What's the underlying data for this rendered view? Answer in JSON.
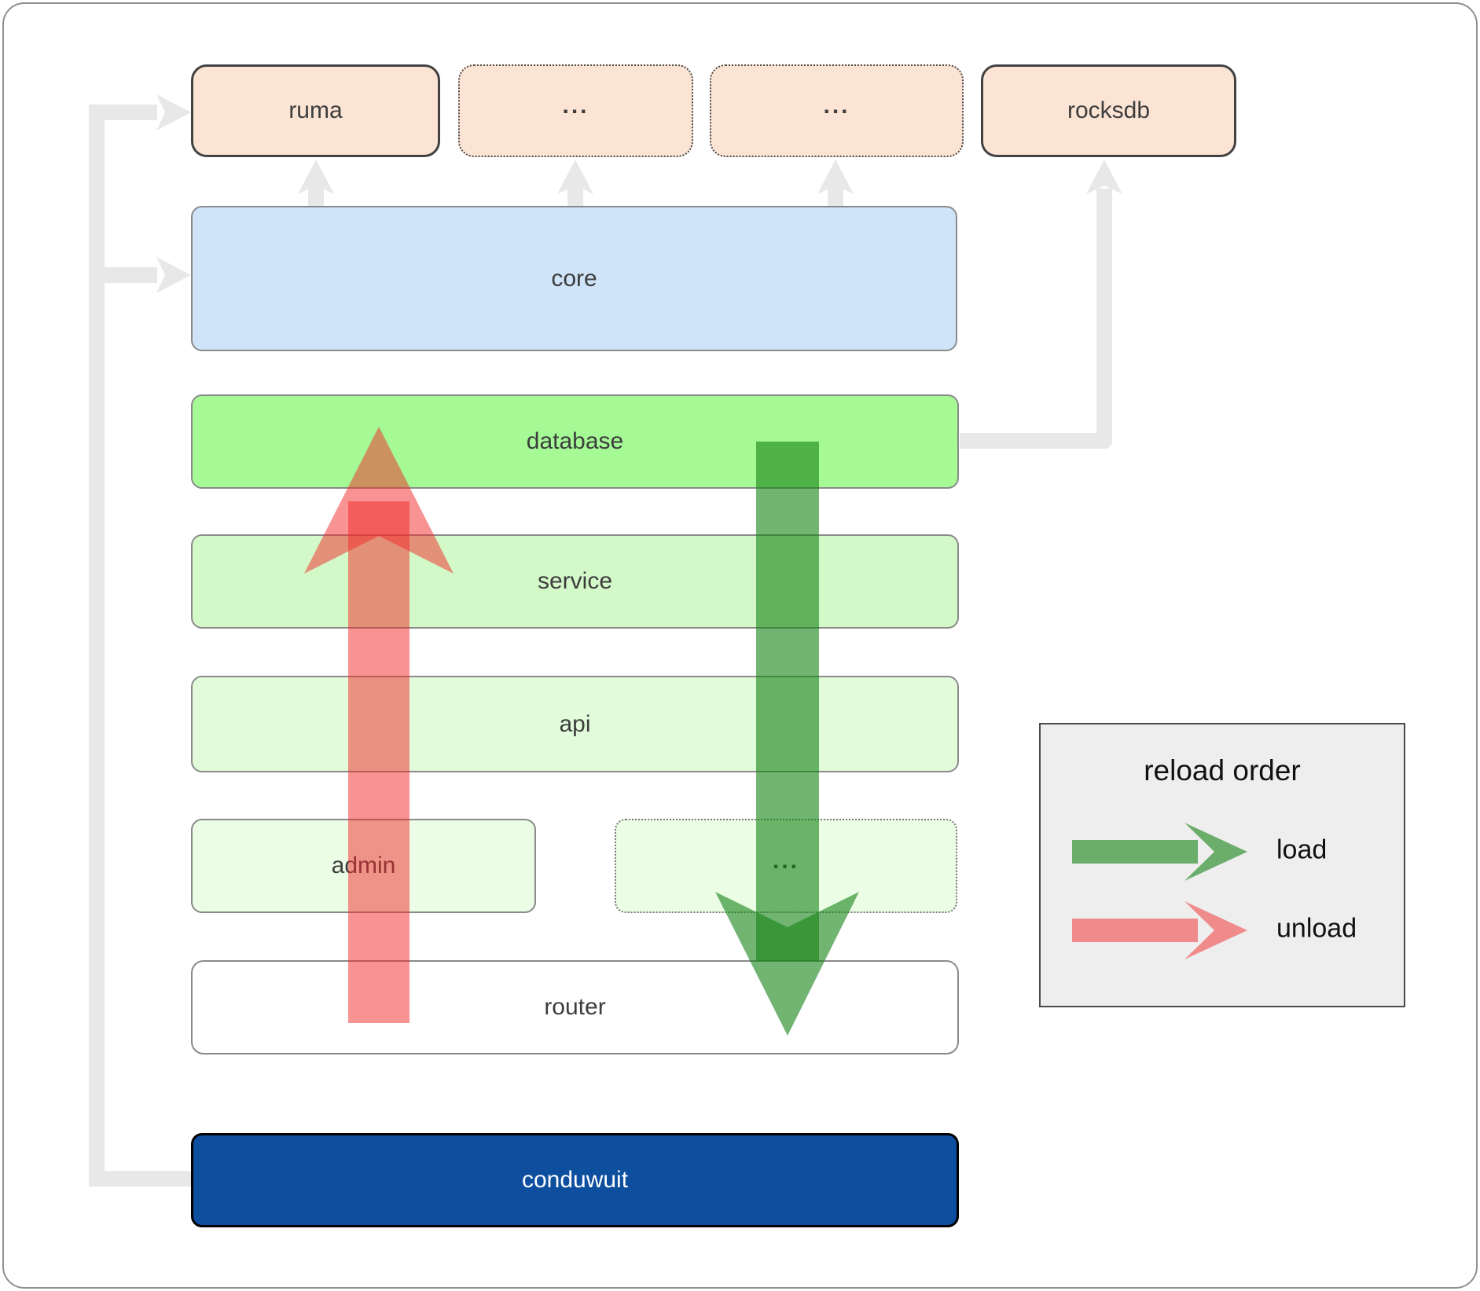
{
  "diagram": {
    "nodes": {
      "ruma": "ruma",
      "dots_top_1": "...",
      "dots_top_2": "...",
      "rocksdb": "rocksdb",
      "core": "core",
      "database": "database",
      "service": "service",
      "api": "api",
      "admin": "admin",
      "dots_mid": "...",
      "router": "router",
      "conduwuit": "conduwuit"
    },
    "colors": {
      "load_arrow_green": "#148214",
      "unload_arrow_red": "#f22828",
      "peach_node": "#fce4d4",
      "core_blue": "#cfe4f8",
      "database_green": "#a5fa96",
      "service_green": "#d4f9c9",
      "api_green": "#e2fbda",
      "admin_green": "#ecfde6",
      "conduwuit_blue": "#0d4f9e",
      "connector_gray": "#e8e8e8",
      "legend_background": "#eeeeee"
    }
  },
  "legend": {
    "title": "reload order",
    "items": [
      {
        "label": "load"
      },
      {
        "label": "unload"
      }
    ]
  }
}
